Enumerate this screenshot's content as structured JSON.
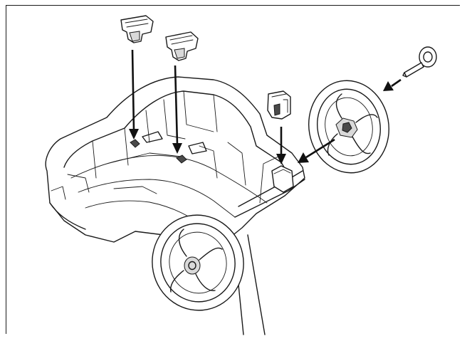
{
  "figure": {
    "kind": "exploded assembly illustration",
    "parts": [
      "cable-clip",
      "cable-clip",
      "hub-clip",
      "wheel",
      "axle-pin",
      "wheel",
      "chassis"
    ],
    "colors": {
      "line": "#1a1a1a",
      "shade": "#d9d9d9",
      "background": "#ffffff"
    }
  }
}
